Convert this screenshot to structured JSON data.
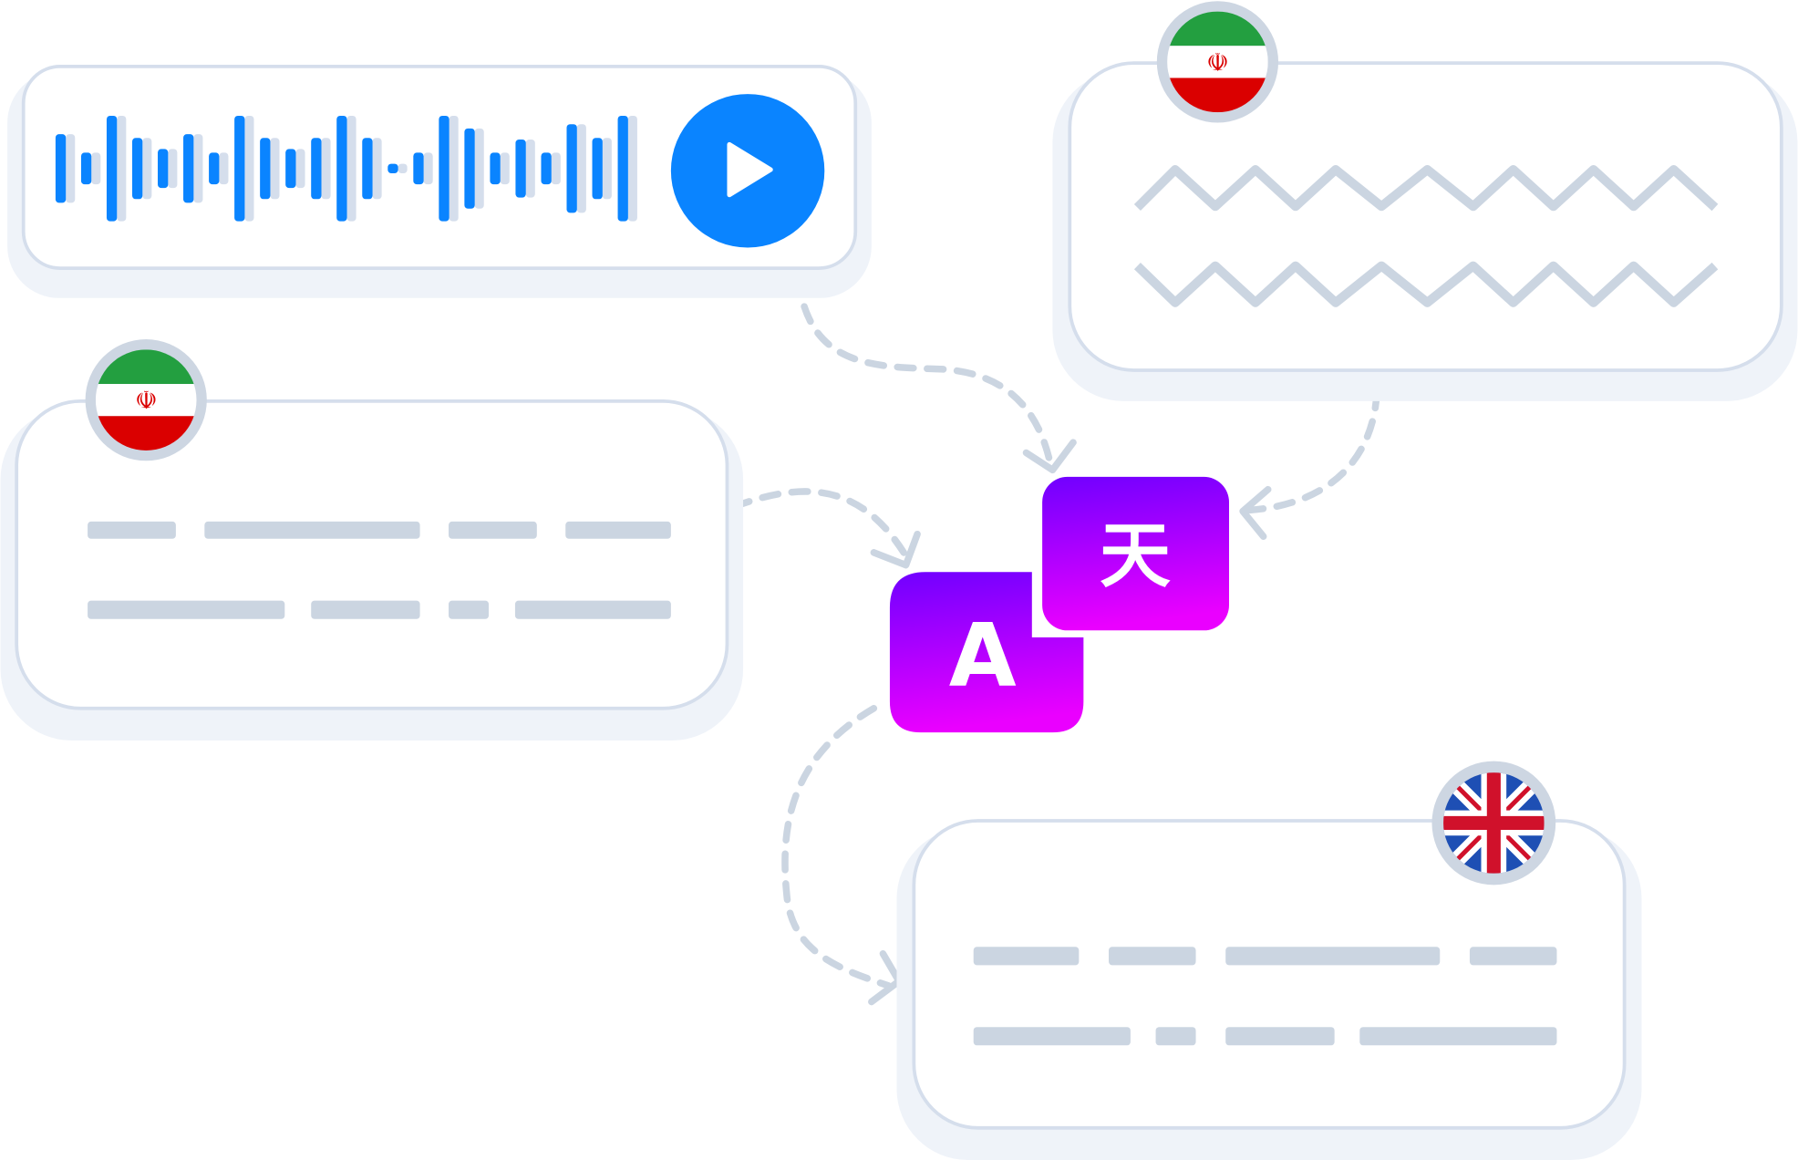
{
  "colors": {
    "accent_blue": "#0a84ff",
    "muted": "#cbd5e1",
    "card_border": "#d5deec",
    "card_shadow": "#eff3f9",
    "gradient_top": "#7000ff",
    "gradient_bottom": "#ea00ff"
  },
  "audio_card": {
    "waveform_levels": [
      0.65,
      0.3,
      1,
      0.58,
      0.37,
      0.65,
      0.3,
      1,
      0.58,
      0.37,
      0.58,
      1,
      0.58,
      0.09,
      0.3,
      1,
      0.76,
      0.3,
      0.55,
      0.3,
      0.84,
      0.58,
      1
    ],
    "play_icon": "play-icon"
  },
  "source_flag": "iran-flag",
  "target_flag": "uk-flag",
  "translate_icon": {
    "latin_glyph": "A",
    "cjk_glyph": "天"
  }
}
